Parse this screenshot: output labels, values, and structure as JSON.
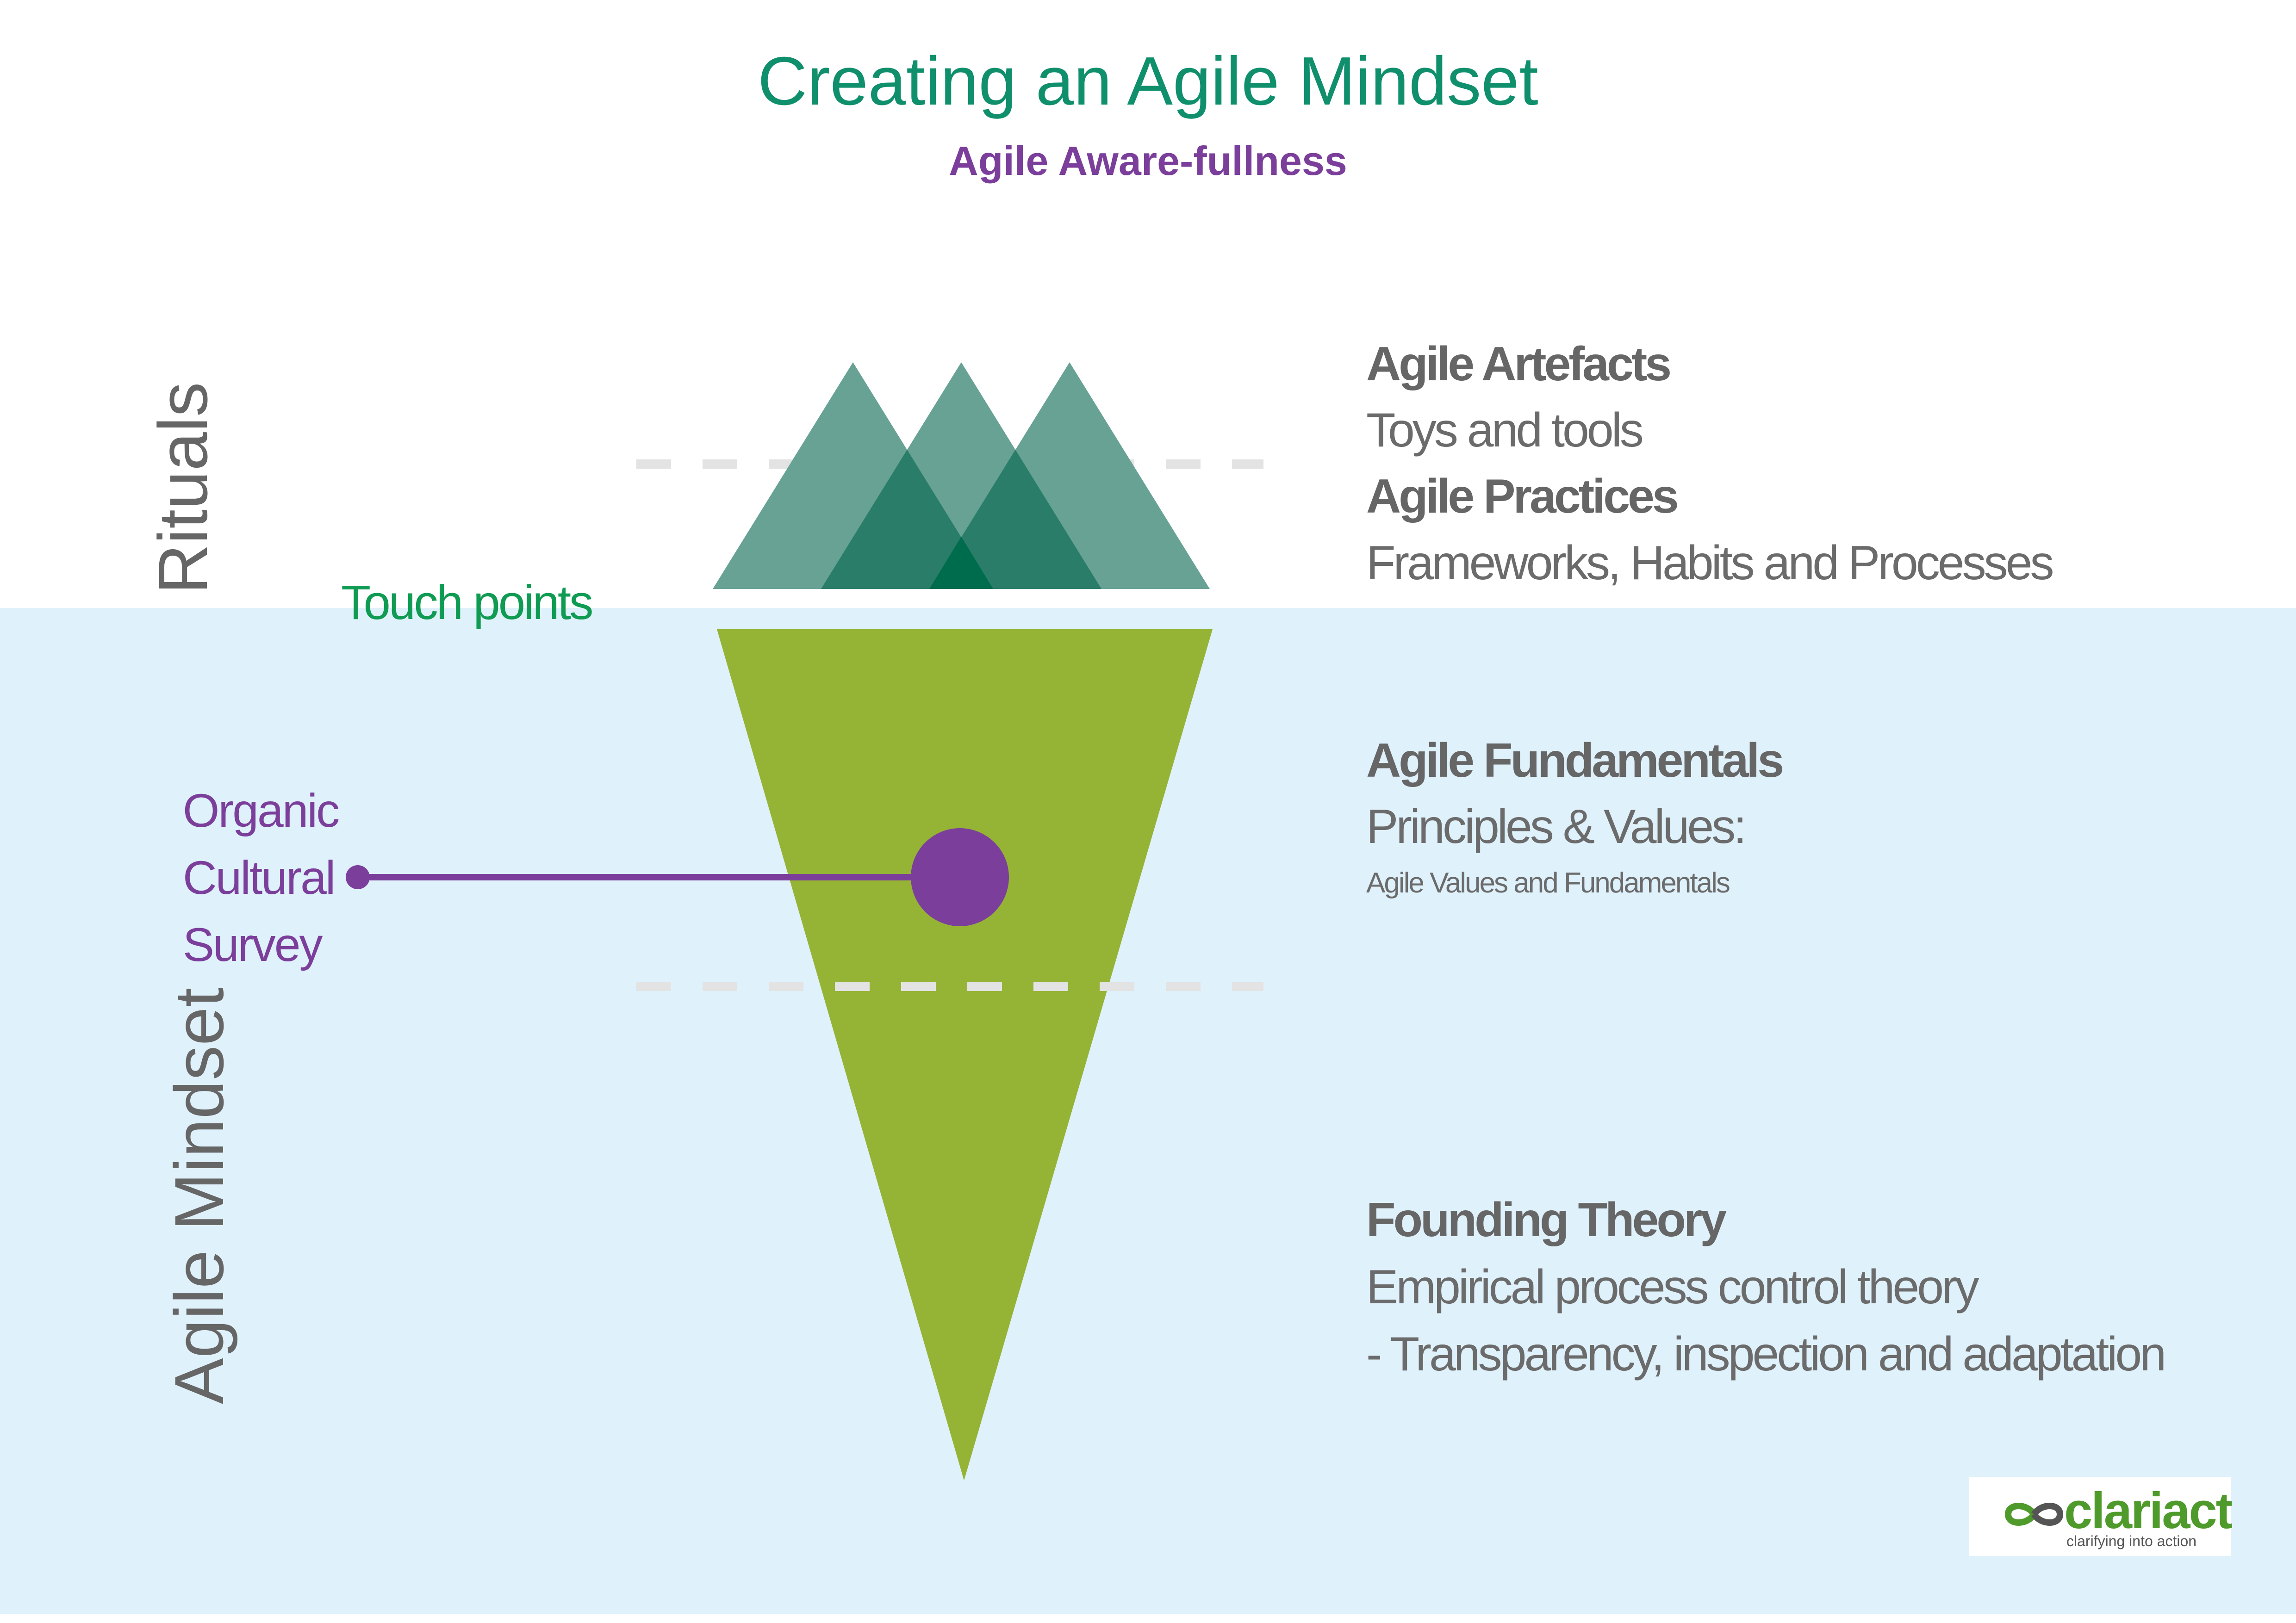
{
  "title": "Creating an Agile Mindset",
  "subtitle": "Agile Aware-fullness",
  "side_labels": {
    "rituals": "Rituals",
    "agile_mindset": "Agile Mindset"
  },
  "touch_points": "Touch points",
  "survey": {
    "line1": "Organic",
    "line2": "Cultural",
    "line3": "Survey"
  },
  "artefacts": {
    "heading": "Agile Artefacts",
    "description": "Toys and tools"
  },
  "practices": {
    "heading": "Agile Practices",
    "description": "Frameworks,  Habits and Processes"
  },
  "fundamentals": {
    "heading": "Agile Fundamentals",
    "description": "Principles & Values:",
    "detail": "Agile Values and Fundamentals"
  },
  "theory": {
    "heading": "Founding Theory",
    "description": "Empirical process control theory",
    "detail": "- Transparency, inspection and adaptation"
  },
  "logo": {
    "name": "clariact",
    "tagline": "clarifying into action"
  },
  "colors": {
    "title": "#0f8f6c",
    "subtitle": "#7b3f9b",
    "touch_points": "#0f9b52",
    "water": "#dff1fb",
    "mountain": "#67a295",
    "mountain_overlap": "#2a7d69",
    "mountain_core": "#006c4e",
    "iceberg": "#95b436",
    "survey": "#7b3f9b",
    "divider": "#e3e3e3",
    "logo_green": "#4e9a2a"
  }
}
